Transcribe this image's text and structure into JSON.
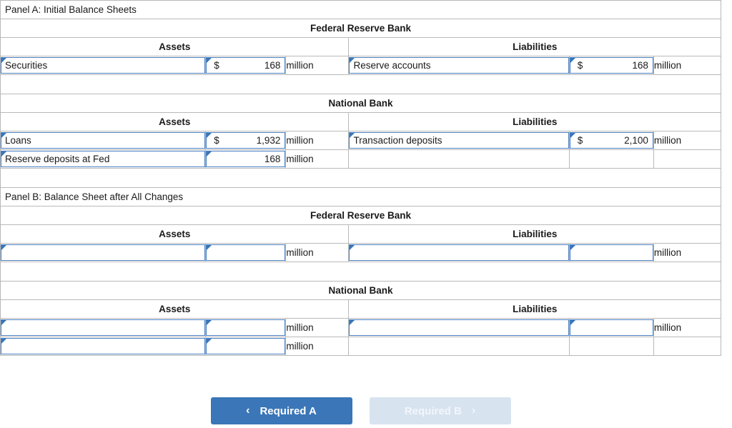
{
  "panels": [
    {
      "caption": "Panel A: Initial Balance Sheets",
      "sections": [
        {
          "bank": "Federal Reserve Bank",
          "assets_header": "Assets",
          "liabilities_header": "Liabilities",
          "rows": [
            {
              "asset_label": "Securities",
              "asset_currency": "$",
              "asset_value": "168",
              "asset_unit": "million",
              "liability_label": "Reserve accounts",
              "liability_currency": "$",
              "liability_value": "168",
              "liability_unit": "million"
            }
          ]
        },
        {
          "bank": "National Bank",
          "assets_header": "Assets",
          "liabilities_header": "Liabilities",
          "rows": [
            {
              "asset_label": "Loans",
              "asset_currency": "$",
              "asset_value": "1,932",
              "asset_unit": "million",
              "liability_label": "Transaction deposits",
              "liability_currency": "$",
              "liability_value": "2,100",
              "liability_unit": "million"
            },
            {
              "asset_label": "Reserve deposits at Fed",
              "asset_currency": "",
              "asset_value": "168",
              "asset_unit": "million",
              "liability_label": null,
              "liability_currency": null,
              "liability_value": null,
              "liability_unit": ""
            }
          ]
        }
      ]
    },
    {
      "caption": "Panel B: Balance Sheet after All Changes",
      "sections": [
        {
          "bank": "Federal Reserve Bank",
          "assets_header": "Assets",
          "liabilities_header": "Liabilities",
          "rows": [
            {
              "asset_label": "",
              "asset_currency": "",
              "asset_value": "",
              "asset_unit": "million",
              "liability_label": "",
              "liability_currency": "",
              "liability_value": "",
              "liability_unit": "million"
            }
          ]
        },
        {
          "bank": "National Bank",
          "assets_header": "Assets",
          "liabilities_header": "Liabilities",
          "rows": [
            {
              "asset_label": "",
              "asset_currency": "",
              "asset_value": "",
              "asset_unit": "million",
              "liability_label": "",
              "liability_currency": "",
              "liability_value": "",
              "liability_unit": "million"
            },
            {
              "asset_label": "",
              "asset_currency": "",
              "asset_value": "",
              "asset_unit": "million",
              "liability_label": null,
              "liability_currency": null,
              "liability_value": null,
              "liability_unit": ""
            }
          ]
        }
      ]
    }
  ],
  "navigation": {
    "prev_label": "Required A",
    "prev_chevron": "‹",
    "next_label": "Required B",
    "next_chevron": "›"
  },
  "colors": {
    "band": "#d5d9e3",
    "field_border": "#4a7fc1",
    "primary_button": "#3a76b8",
    "disabled_button": "#d8e3f0"
  }
}
